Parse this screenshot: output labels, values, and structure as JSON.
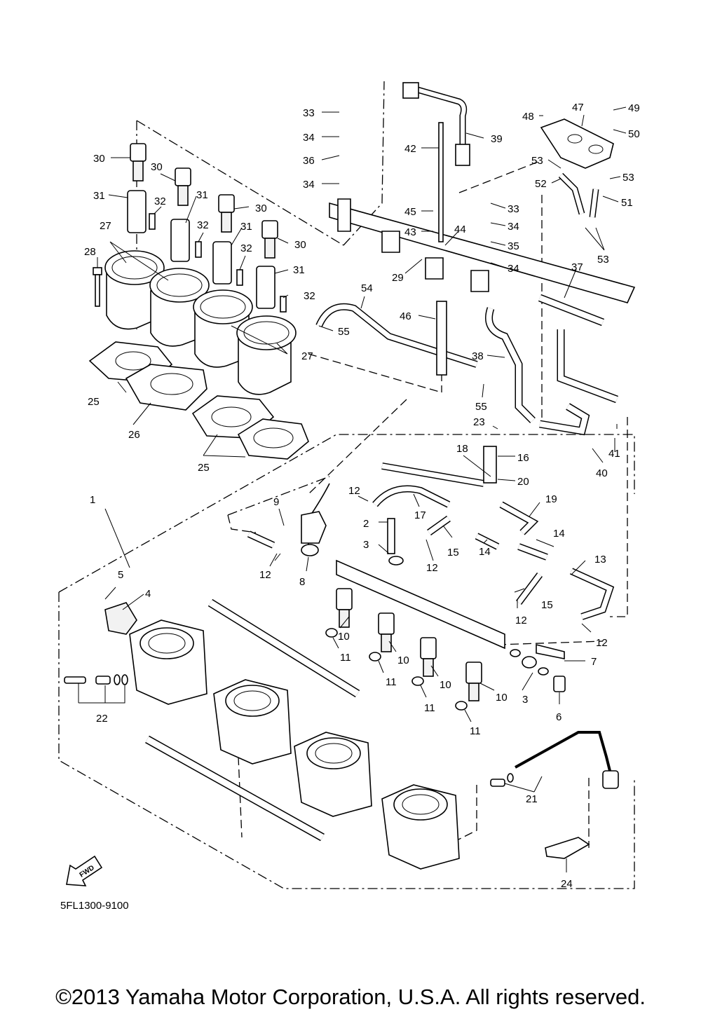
{
  "diagram": {
    "code": "5FL1300-9100",
    "fwd_label": "FWD",
    "callouts": [
      "1",
      "2",
      "3",
      "4",
      "5",
      "6",
      "7",
      "8",
      "9",
      "10",
      "11",
      "12",
      "13",
      "14",
      "15",
      "16",
      "17",
      "18",
      "19",
      "20",
      "21",
      "22",
      "23",
      "24",
      "25",
      "26",
      "27",
      "28",
      "29",
      "30",
      "31",
      "32",
      "33",
      "34",
      "35",
      "36",
      "37",
      "38",
      "39",
      "40",
      "41",
      "42",
      "43",
      "44",
      "45",
      "46",
      "47",
      "48",
      "49",
      "50",
      "51",
      "52",
      "53",
      "54",
      "55"
    ]
  },
  "footer": {
    "copyright": "©2013 Yamaha Motor Corporation, U.S.A. All rights reserved."
  }
}
